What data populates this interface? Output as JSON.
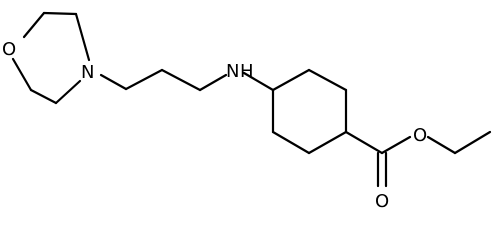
{
  "molecule": {
    "atoms": {
      "o_ring": "O",
      "n_ring": "N",
      "n_amine": "N",
      "h_amine": "H",
      "o_ester": "O",
      "o_carbonyl": "O"
    }
  }
}
